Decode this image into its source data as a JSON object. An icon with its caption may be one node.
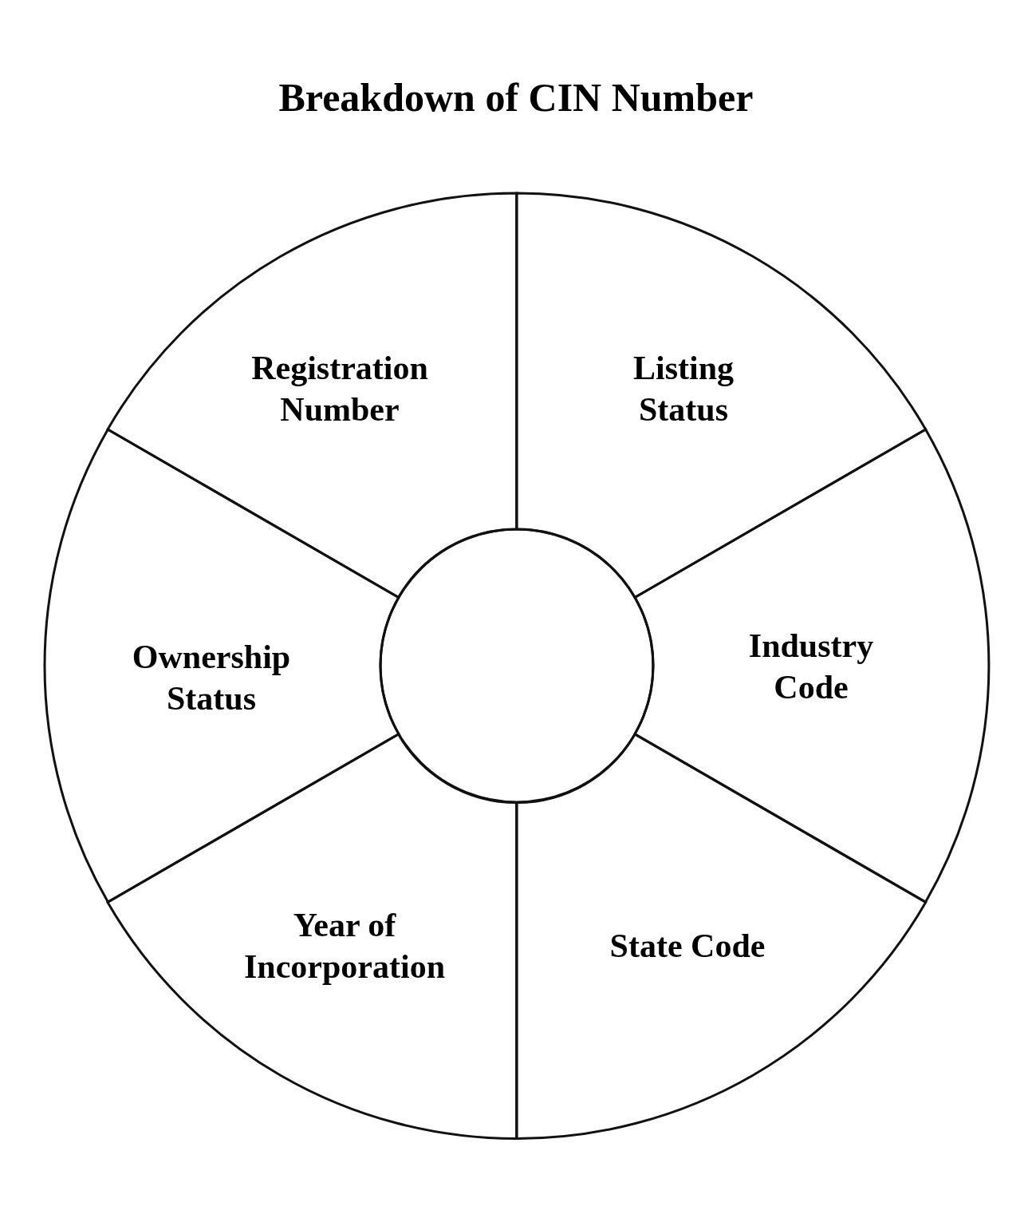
{
  "diagram": {
    "title": "Breakdown of CIN Number",
    "nodes": [
      {
        "text": [
          "Registration Number"
        ]
      },
      {
        "text": [
          "Listing Status"
        ]
      },
      {
        "text": [
          "Ownership Status"
        ]
      },
      {
        "text": [],
        "shape": "circle"
      },
      {
        "text": [
          "Industry Code"
        ]
      },
      {
        "text": [
          "Year of Incorporation"
        ]
      },
      {
        "text": [
          "State Code"
        ]
      }
    ]
  }
}
